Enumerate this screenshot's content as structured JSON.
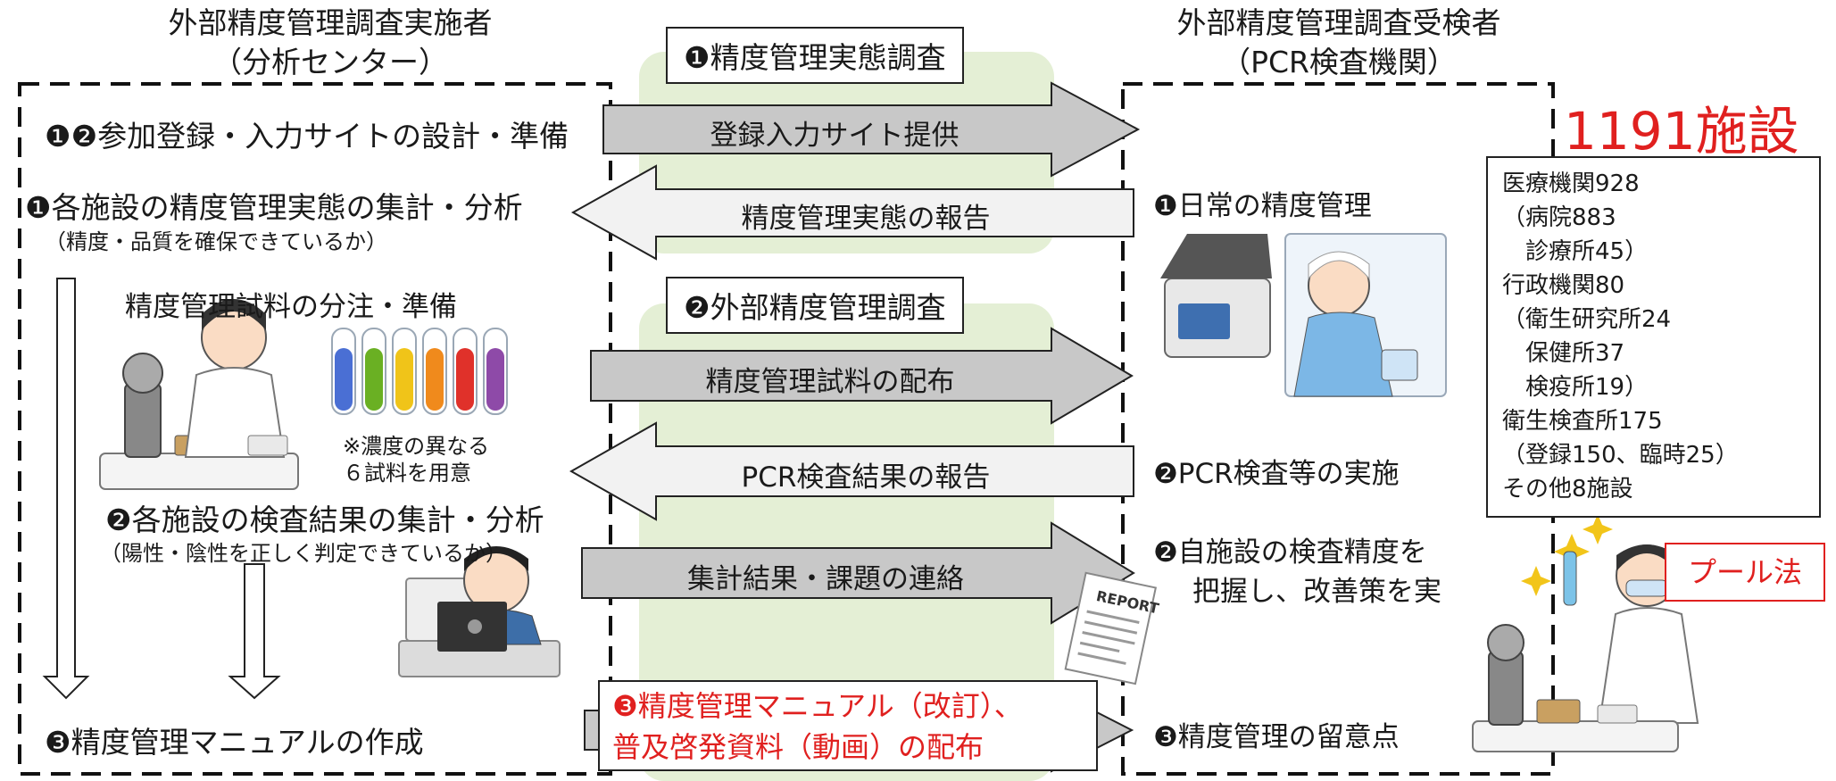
{
  "headers": {
    "left_line1": "外部精度管理調査実施者",
    "left_line2": "（分析センター）",
    "right_line1": "外部精度管理調査受検者",
    "right_line2": "（PCR検査機関）"
  },
  "phases": {
    "phase1": "❶精度管理実態調査",
    "phase2": "❷外部精度管理調査"
  },
  "arrows": {
    "a1": "登録入力サイト提供",
    "a2": "精度管理実態の報告",
    "a3": "精度管理試料の配布",
    "a4": "PCR検査結果の報告",
    "a5": "集計結果・課題の連絡",
    "a6_line1": "❸精度管理マニュアル（改訂）、",
    "a6_line2": "普及啓発資料（動画）の配布"
  },
  "left": {
    "step_reg": "❶❷参加登録・入力サイトの設計・準備",
    "step_agg1": "❶各施設の精度管理実態の集計・分析",
    "step_agg1_note": "（精度・品質を確保できているか）",
    "step_prep": "精度管理試料の分注・準備",
    "tube_note_line1": "※濃度の異なる",
    "tube_note_line2": "６試料を用意",
    "step_agg2": "❷各施設の検査結果の集計・分析",
    "step_agg2_note": "（陽性・陰性を正しく判定できているか）",
    "step_manual": "❸精度管理マニュアルの作成"
  },
  "right": {
    "daily": "❶日常の精度管理",
    "pcr": "❷PCR検査等の実施",
    "self_line1": "❷自施設の検査精度を",
    "self_line2": "把握し、改善策を実",
    "notes": "❸精度管理の留意点",
    "report_label": "REPORT"
  },
  "facilities": {
    "title": "1191施設",
    "lines": [
      "医療機関928",
      "（病院883",
      "　診療所45）",
      "行政機関80",
      "（衛生研究所24",
      "　保健所37",
      "　検疫所19）",
      "衛生検査所175",
      "（登録150、臨時25）",
      "その他8施設"
    ]
  },
  "pool_method": "プール法",
  "colors": {
    "phase_band": "#e4efd5",
    "arrow_right": "#c8c8c8",
    "arrow_left": "#f2f2f2",
    "accent_red": "#e0201f",
    "tube_colors": [
      "#4a6fd4",
      "#6ab023",
      "#f0c419",
      "#f08a1c",
      "#e0312a",
      "#8e4aa8"
    ]
  }
}
